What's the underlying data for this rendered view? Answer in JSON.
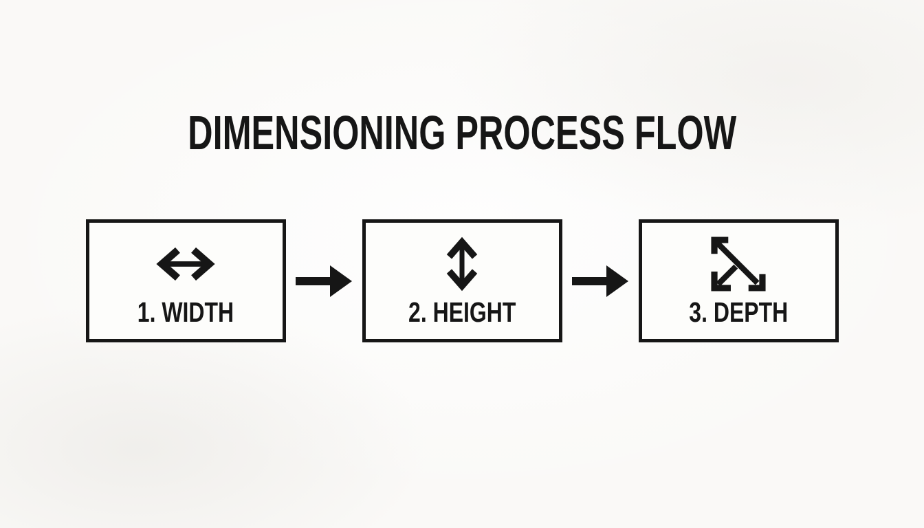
{
  "title": "DIMENSIONING PROCESS FLOW",
  "steps": [
    {
      "label": "1. WIDTH",
      "icon": "width-horizontal-arrow-icon"
    },
    {
      "label": "2. HEIGHT",
      "icon": "height-vertical-arrow-icon"
    },
    {
      "label": "3. DEPTH",
      "icon": "depth-diagonal-arrow-icon"
    }
  ],
  "connector_icon": "right-arrow-icon",
  "colors": {
    "ink": "#161616",
    "background": "#faf9f7",
    "box_fill": "#fdfdfb"
  }
}
